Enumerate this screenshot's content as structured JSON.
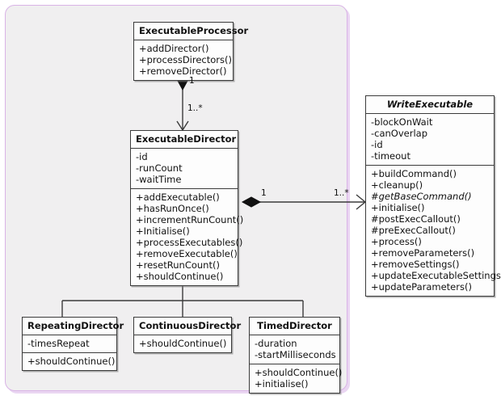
{
  "diagram": {
    "type": "uml-class-diagram",
    "package_frame": {
      "fill": "#f0eff0",
      "border": "#d9b3e6"
    }
  },
  "classes": {
    "executable_processor": {
      "name": "ExecutableProcessor",
      "abstract": false,
      "attributes": [],
      "operations": [
        {
          "text": "+addDirector()",
          "abstract": false
        },
        {
          "text": "+processDirectors()",
          "abstract": false
        },
        {
          "text": "+removeDirector()",
          "abstract": false
        }
      ]
    },
    "executable_director": {
      "name": "ExecutableDirector",
      "abstract": false,
      "attributes": [
        {
          "text": "-id",
          "abstract": false
        },
        {
          "text": "-runCount",
          "abstract": false
        },
        {
          "text": "-waitTime",
          "abstract": false
        }
      ],
      "operations": [
        {
          "text": "+addExecutable()",
          "abstract": false
        },
        {
          "text": "+hasRunOnce()",
          "abstract": false
        },
        {
          "text": "+incrementRunCount()",
          "abstract": false
        },
        {
          "text": "+Initialise()",
          "abstract": false
        },
        {
          "text": "+processExecutables()",
          "abstract": false
        },
        {
          "text": "+removeExecutable()",
          "abstract": false
        },
        {
          "text": "+resetRunCount()",
          "abstract": false
        },
        {
          "text": "+shouldContinue()",
          "abstract": false
        }
      ]
    },
    "write_executable": {
      "name": "WriteExecutable",
      "abstract": true,
      "attributes": [
        {
          "text": "-blockOnWait",
          "abstract": false
        },
        {
          "text": "-canOverlap",
          "abstract": false
        },
        {
          "text": "-id",
          "abstract": false
        },
        {
          "text": "-timeout",
          "abstract": false
        }
      ],
      "operations": [
        {
          "text": "+buildCommand()",
          "abstract": false
        },
        {
          "text": "+cleanup()",
          "abstract": false
        },
        {
          "text": "#getBaseCommand()",
          "abstract": true
        },
        {
          "text": "+initialise()",
          "abstract": false
        },
        {
          "text": "#postExecCallout()",
          "abstract": false
        },
        {
          "text": "#preExecCallout()",
          "abstract": false
        },
        {
          "text": "+process()",
          "abstract": false
        },
        {
          "text": "+removeParameters()",
          "abstract": false
        },
        {
          "text": "+removeSettings()",
          "abstract": false
        },
        {
          "text": "+updateExecutableSettings()",
          "abstract": false
        },
        {
          "text": "+updateParameters()",
          "abstract": false
        }
      ]
    },
    "repeating_director": {
      "name": "RepeatingDirector",
      "abstract": false,
      "attributes": [
        {
          "text": "-timesRepeat",
          "abstract": false
        }
      ],
      "operations": [
        {
          "text": "+shouldContinue()",
          "abstract": false
        }
      ]
    },
    "continuous_director": {
      "name": "ContinuousDirector",
      "abstract": false,
      "attributes": [],
      "operations": [
        {
          "text": "+shouldContinue()",
          "abstract": false
        }
      ]
    },
    "timed_director": {
      "name": "TimedDirector",
      "abstract": false,
      "attributes": [
        {
          "text": "-duration",
          "abstract": false
        },
        {
          "text": "-startMilliseconds",
          "abstract": false
        }
      ],
      "operations": [
        {
          "text": "+shouldContinue()",
          "abstract": false
        },
        {
          "text": "+initialise()",
          "abstract": false
        }
      ]
    }
  },
  "relationships": {
    "processor_to_director": {
      "kind": "composition",
      "source_multiplicity": "1",
      "target_multiplicity": "1..*"
    },
    "director_to_executable": {
      "kind": "composition",
      "source_multiplicity": "1",
      "target_multiplicity": "1..*"
    },
    "generalization_directors": {
      "kind": "generalization",
      "parent": "ExecutableDirector",
      "children": [
        "RepeatingDirector",
        "ContinuousDirector",
        "TimedDirector"
      ]
    }
  }
}
